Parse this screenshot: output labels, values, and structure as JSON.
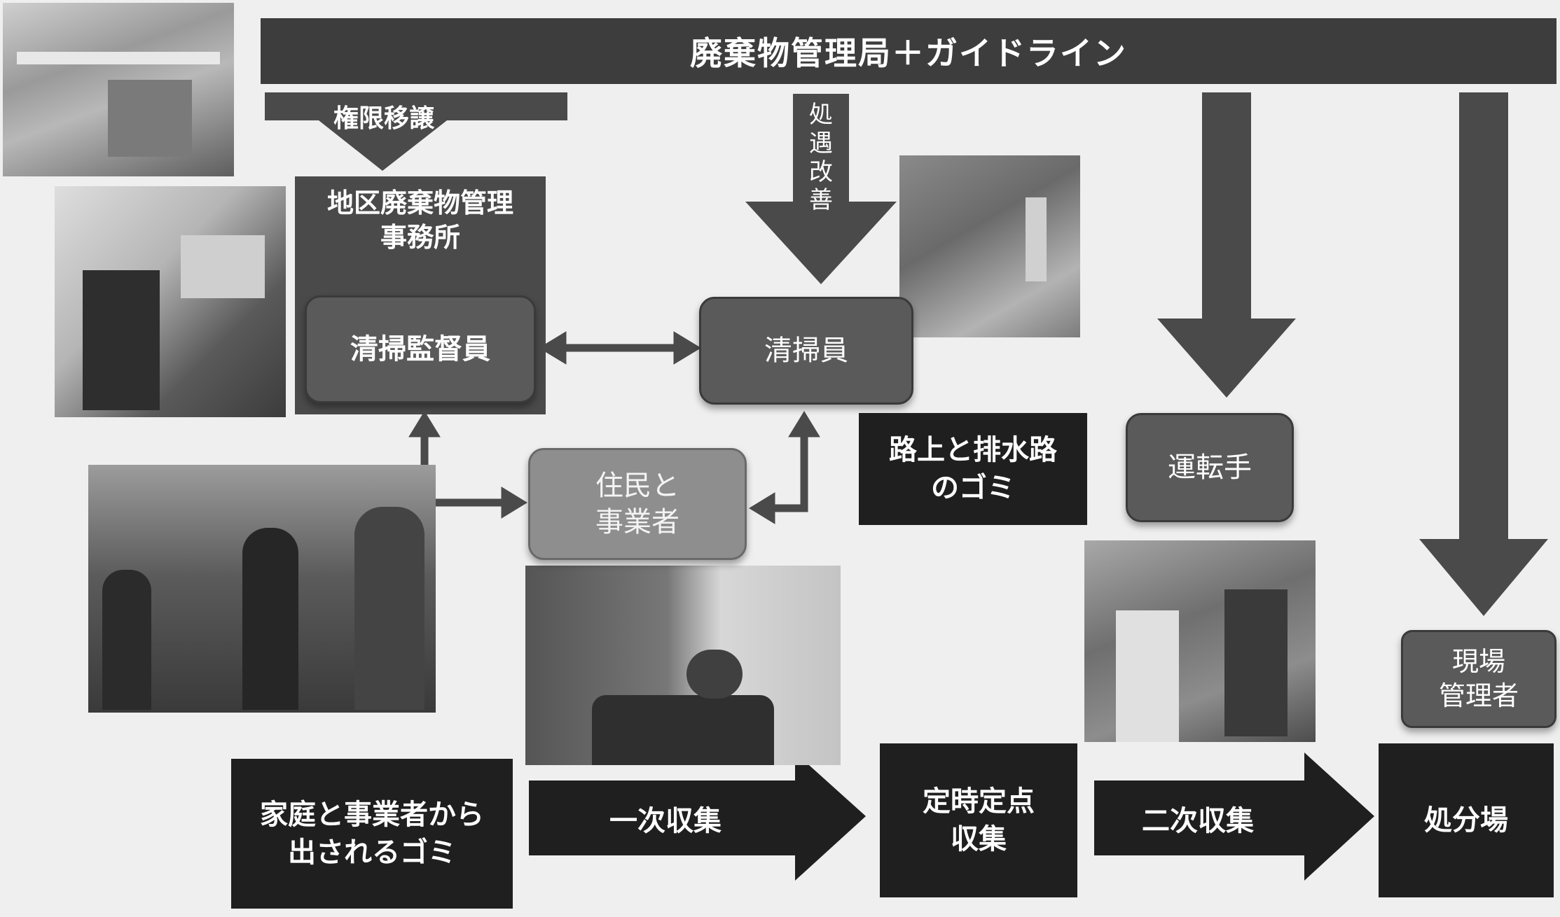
{
  "banner": "廃棄物管理局＋ガイドライン",
  "arrows": {
    "authority": "権限移譲",
    "treatment": [
      "処",
      "遇",
      "改",
      "善"
    ],
    "primary": "一次収集",
    "secondary": "二次収集"
  },
  "district_office": {
    "title_line1": "地区廃棄物管理",
    "title_line2": "事務所",
    "supervisor": "清掃監督員"
  },
  "nodes": {
    "sweeper": "清掃員",
    "residents_line1": "住民と",
    "residents_line2": "事業者",
    "driver": "運転手",
    "site_manager_line1": "現場",
    "site_manager_line2": "管理者"
  },
  "black_boxes": {
    "street_waste_line1": "路上と排水路",
    "street_waste_line2": "のゴミ",
    "household_line1": "家庭と事業者から",
    "household_line2": "出されるゴミ",
    "fixed_point_line1": "定時定点",
    "fixed_point_line2": "収集",
    "disposal": "処分場"
  },
  "colors": {
    "background": "#efefef",
    "banner": "#3d3d3d",
    "arrow": "#4a4a4a",
    "black_box": "#1f1f1f"
  }
}
